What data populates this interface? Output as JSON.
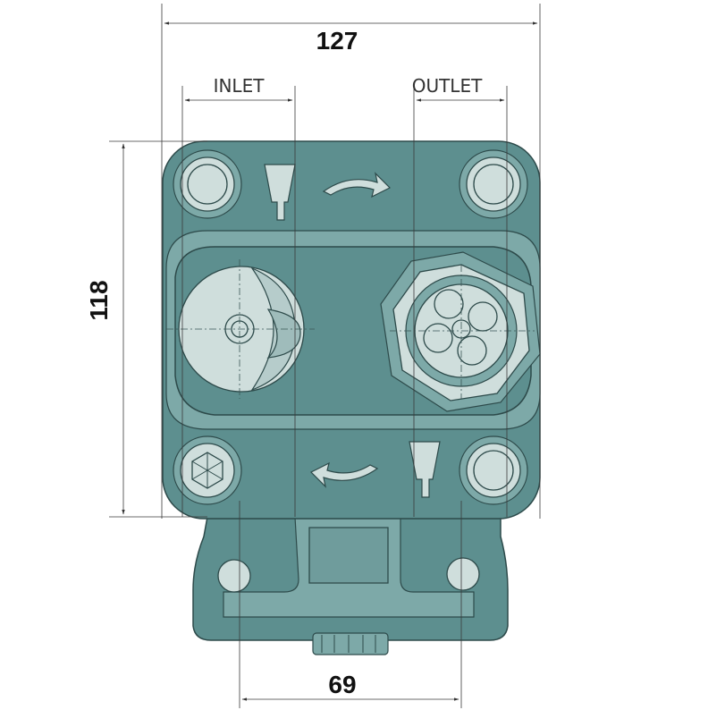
{
  "drawing": {
    "dim_width": "127",
    "dim_height": "118",
    "dim_bottom": "69",
    "label_inlet": "INLET",
    "label_outlet": "OUTLET"
  },
  "colors": {
    "body": "#5d8f8f",
    "body_light": "#cfdedc",
    "outline": "#2d4a4a",
    "dimension_line": "#3a3a3a"
  },
  "icons": [
    "rotation-arrow-icon",
    "oil-funnel-icon"
  ]
}
